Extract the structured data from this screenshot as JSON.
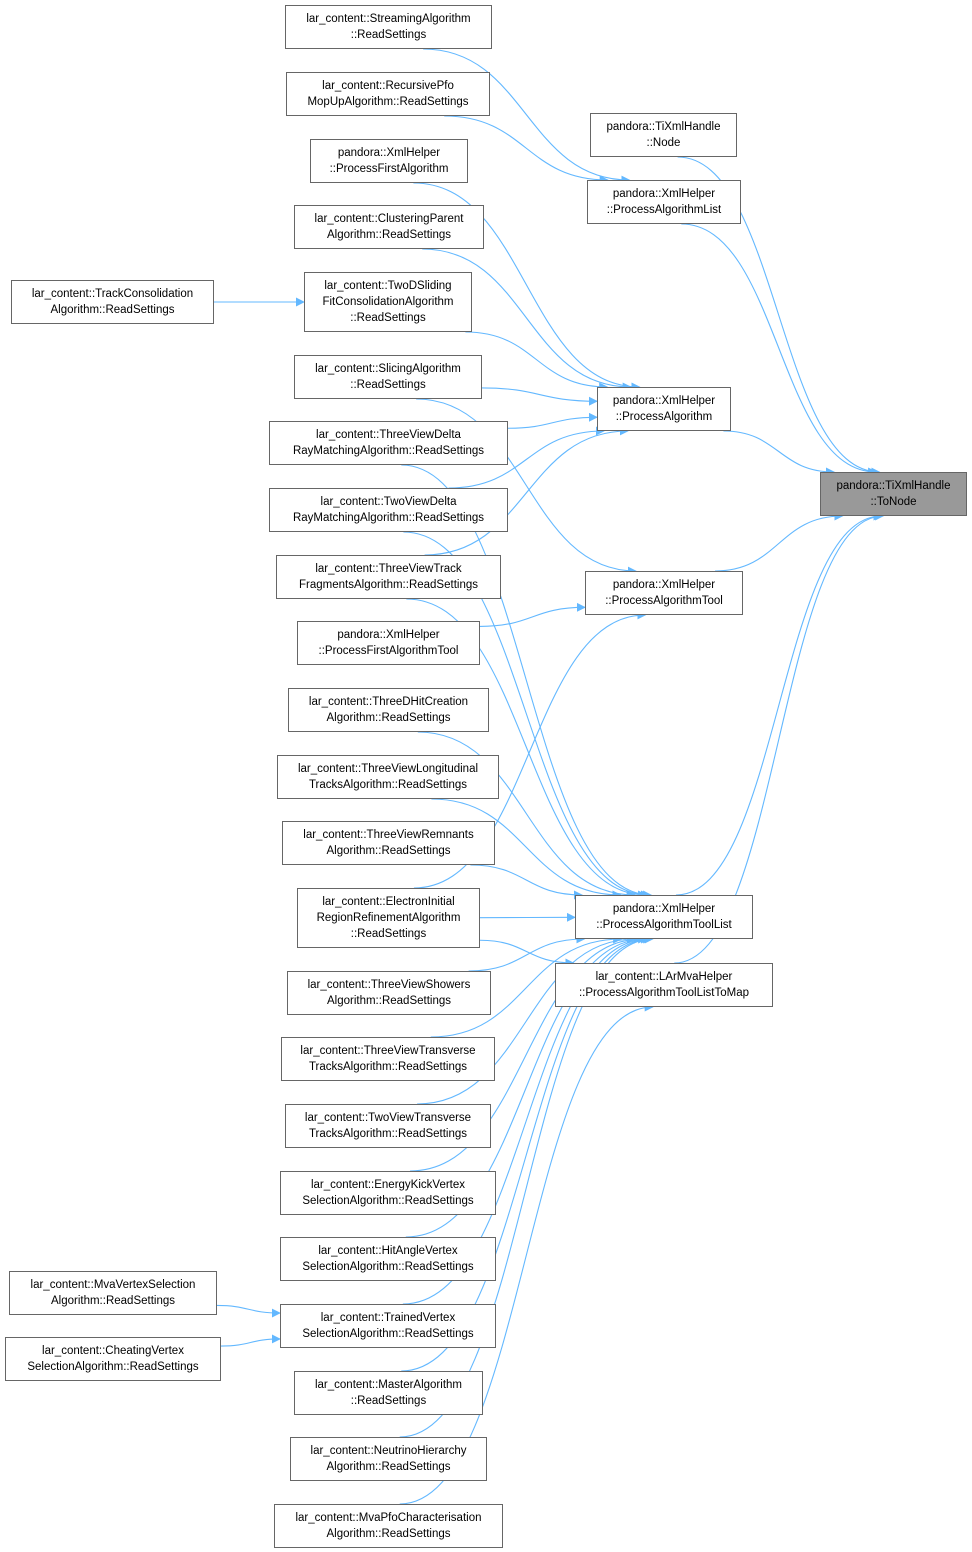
{
  "colors": {
    "edge": "#63b8ff",
    "node_border": "#666666",
    "focus_fill": "#999999"
  },
  "nodes": [
    {
      "id": "tonode",
      "label": "pandora::TiXmlHandle\n::ToNode",
      "focus": true
    },
    {
      "id": "node",
      "label": "pandora::TiXmlHandle\n::Node"
    },
    {
      "id": "pal",
      "label": "pandora::XmlHelper\n::ProcessAlgorithmList"
    },
    {
      "id": "pa",
      "label": "pandora::XmlHelper\n::ProcessAlgorithm"
    },
    {
      "id": "pat",
      "label": "pandora::XmlHelper\n::ProcessAlgorithmTool"
    },
    {
      "id": "patl",
      "label": "pandora::XmlHelper\n::ProcessAlgorithmToolList"
    },
    {
      "id": "patlm",
      "label": "lar_content::LArMvaHelper\n::ProcessAlgorithmToolListToMap"
    },
    {
      "id": "streaming",
      "label": "lar_content::StreamingAlgorithm\n::ReadSettings"
    },
    {
      "id": "recpfo",
      "label": "lar_content::RecursivePfo\nMopUpAlgorithm::ReadSettings"
    },
    {
      "id": "pfa",
      "label": "pandora::XmlHelper\n::ProcessFirstAlgorithm"
    },
    {
      "id": "clusterparent",
      "label": "lar_content::ClusteringParent\nAlgorithm::ReadSettings"
    },
    {
      "id": "trackcons",
      "label": "lar_content::TrackConsolidation\nAlgorithm::ReadSettings"
    },
    {
      "id": "twodsliding",
      "label": "lar_content::TwoDSliding\nFitConsolidationAlgorithm\n::ReadSettings"
    },
    {
      "id": "slicing",
      "label": "lar_content::SlicingAlgorithm\n::ReadSettings"
    },
    {
      "id": "tvdelta",
      "label": "lar_content::ThreeViewDelta\nRayMatchingAlgorithm::ReadSettings"
    },
    {
      "id": "twvdelta",
      "label": "lar_content::TwoViewDelta\nRayMatchingAlgorithm::ReadSettings"
    },
    {
      "id": "tvtrackfrag",
      "label": "lar_content::ThreeViewTrack\nFragmentsAlgorithm::ReadSettings"
    },
    {
      "id": "pfat",
      "label": "pandora::XmlHelper\n::ProcessFirstAlgorithmTool"
    },
    {
      "id": "threedhit",
      "label": "lar_content::ThreeDHitCreation\nAlgorithm::ReadSettings"
    },
    {
      "id": "tvlong",
      "label": "lar_content::ThreeViewLongitudinal\nTracksAlgorithm::ReadSettings"
    },
    {
      "id": "tvremnants",
      "label": "lar_content::ThreeViewRemnants\nAlgorithm::ReadSettings"
    },
    {
      "id": "electron",
      "label": "lar_content::ElectronInitial\nRegionRefinementAlgorithm\n::ReadSettings"
    },
    {
      "id": "tvshowers",
      "label": "lar_content::ThreeViewShowers\nAlgorithm::ReadSettings"
    },
    {
      "id": "tvtransverse",
      "label": "lar_content::ThreeViewTransverse\nTracksAlgorithm::ReadSettings"
    },
    {
      "id": "twvtransverse",
      "label": "lar_content::TwoViewTransverse\nTracksAlgorithm::ReadSettings"
    },
    {
      "id": "energykick",
      "label": "lar_content::EnergyKickVertex\nSelectionAlgorithm::ReadSettings"
    },
    {
      "id": "hitangle",
      "label": "lar_content::HitAngleVertex\nSelectionAlgorithm::ReadSettings"
    },
    {
      "id": "mvavertex",
      "label": "lar_content::MvaVertexSelection\nAlgorithm::ReadSettings"
    },
    {
      "id": "trainedvertex",
      "label": "lar_content::TrainedVertex\nSelectionAlgorithm::ReadSettings"
    },
    {
      "id": "cheatingvertex",
      "label": "lar_content::CheatingVertex\nSelectionAlgorithm::ReadSettings"
    },
    {
      "id": "master",
      "label": "lar_content::MasterAlgorithm\n::ReadSettings"
    },
    {
      "id": "neutrino",
      "label": "lar_content::NeutrinoHierarchy\nAlgorithm::ReadSettings"
    },
    {
      "id": "mvapfo",
      "label": "lar_content::MvaPfoCharacterisation\nAlgorithm::ReadSettings"
    }
  ],
  "edges": [
    [
      "node",
      "tonode"
    ],
    [
      "pal",
      "tonode"
    ],
    [
      "pa",
      "tonode"
    ],
    [
      "pat",
      "tonode"
    ],
    [
      "patl",
      "tonode"
    ],
    [
      "patlm",
      "tonode"
    ],
    [
      "streaming",
      "pal"
    ],
    [
      "recpfo",
      "pal"
    ],
    [
      "pfa",
      "pa"
    ],
    [
      "clusterparent",
      "pa"
    ],
    [
      "twodsliding",
      "pa"
    ],
    [
      "slicing",
      "pa"
    ],
    [
      "tvdelta",
      "pa"
    ],
    [
      "twvdelta",
      "pa"
    ],
    [
      "tvtrackfrag",
      "pa"
    ],
    [
      "trackcons",
      "twodsliding"
    ],
    [
      "slicing",
      "pat"
    ],
    [
      "pfat",
      "pat"
    ],
    [
      "electron",
      "pat"
    ],
    [
      "tvdelta",
      "patl"
    ],
    [
      "twvdelta",
      "patl"
    ],
    [
      "tvtrackfrag",
      "patl"
    ],
    [
      "threedhit",
      "patl"
    ],
    [
      "tvlong",
      "patl"
    ],
    [
      "tvremnants",
      "patl"
    ],
    [
      "electron",
      "patl"
    ],
    [
      "tvshowers",
      "patl"
    ],
    [
      "tvtransverse",
      "patl"
    ],
    [
      "twvtransverse",
      "patl"
    ],
    [
      "energykick",
      "patl"
    ],
    [
      "hitangle",
      "patl"
    ],
    [
      "trainedvertex",
      "patl"
    ],
    [
      "master",
      "patl"
    ],
    [
      "neutrino",
      "patl"
    ],
    [
      "electron",
      "patlm"
    ],
    [
      "mvapfo",
      "patlm"
    ],
    [
      "mvavertex",
      "trainedvertex"
    ],
    [
      "cheatingvertex",
      "trainedvertex"
    ]
  ]
}
